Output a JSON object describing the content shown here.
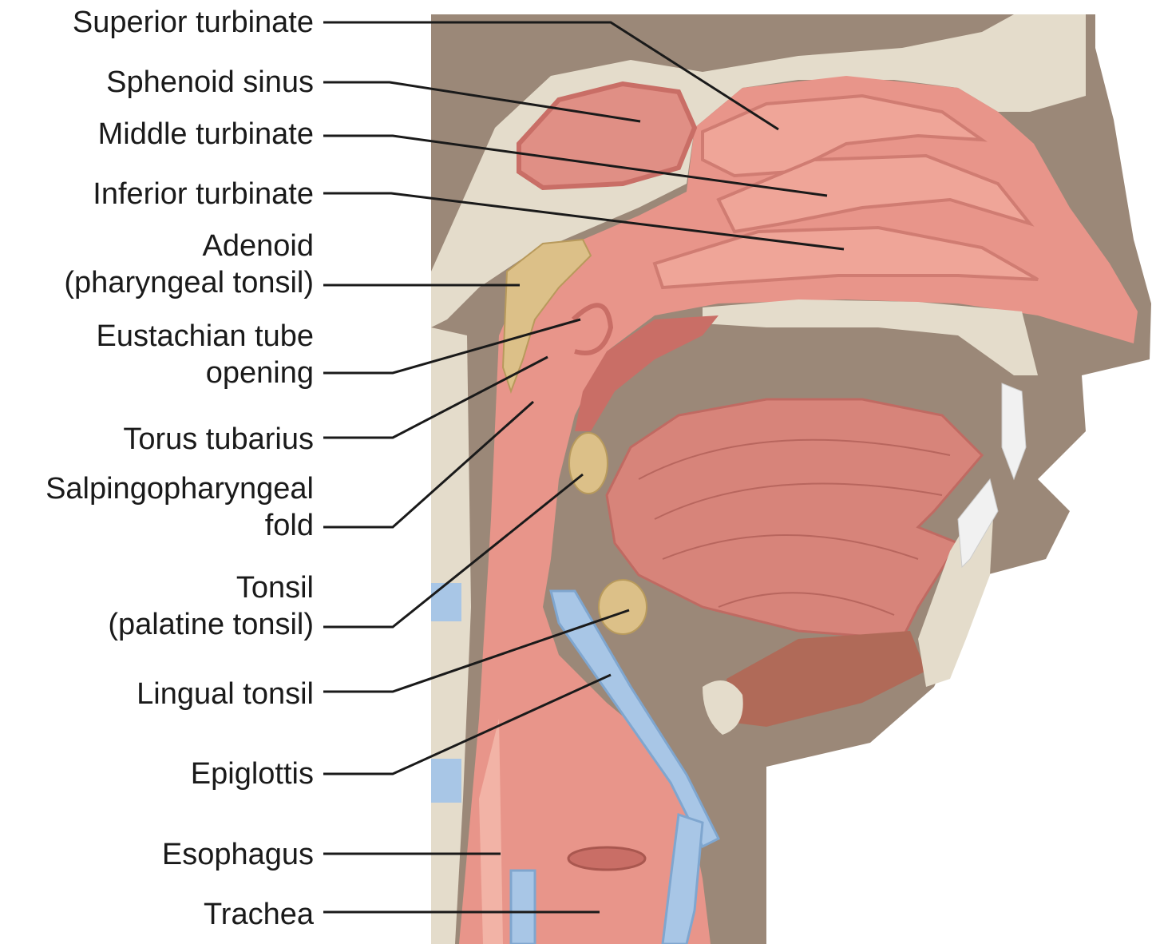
{
  "labels": [
    {
      "id": "superior-turbinate",
      "lines": [
        "Superior turbinate"
      ]
    },
    {
      "id": "sphenoid-sinus",
      "lines": [
        "Sphenoid sinus"
      ]
    },
    {
      "id": "middle-turbinate",
      "lines": [
        "Middle turbinate"
      ]
    },
    {
      "id": "inferior-turbinate",
      "lines": [
        "Inferior turbinate"
      ]
    },
    {
      "id": "adenoid",
      "lines": [
        "Adenoid",
        "(pharyngeal tonsil)"
      ]
    },
    {
      "id": "eustachian-tube-opening",
      "lines": [
        "Eustachian tube",
        "opening"
      ]
    },
    {
      "id": "torus-tubarius",
      "lines": [
        "Torus tubarius"
      ]
    },
    {
      "id": "salpingopharyngeal-fold",
      "lines": [
        "Salpingopharyngeal",
        "fold"
      ]
    },
    {
      "id": "palatine-tonsil",
      "lines": [
        "Tonsil",
        "(palatine tonsil)"
      ]
    },
    {
      "id": "lingual-tonsil",
      "lines": [
        "Lingual tonsil"
      ]
    },
    {
      "id": "epiglottis",
      "lines": [
        "Epiglottis"
      ]
    },
    {
      "id": "esophagus",
      "lines": [
        "Esophagus"
      ]
    },
    {
      "id": "trachea",
      "lines": [
        "Trachea"
      ]
    }
  ],
  "colors": {
    "skin": "#9b8878",
    "tissue": "#e8958a",
    "tissue_dark": "#c96e66",
    "tissue_light": "#f2b3a6",
    "bone": "#e4dccb",
    "bone_dot": "#b9a98d",
    "tonsil": "#dcc088",
    "cartilage": "#a8c6e6",
    "leader": "#1a1a1a"
  }
}
